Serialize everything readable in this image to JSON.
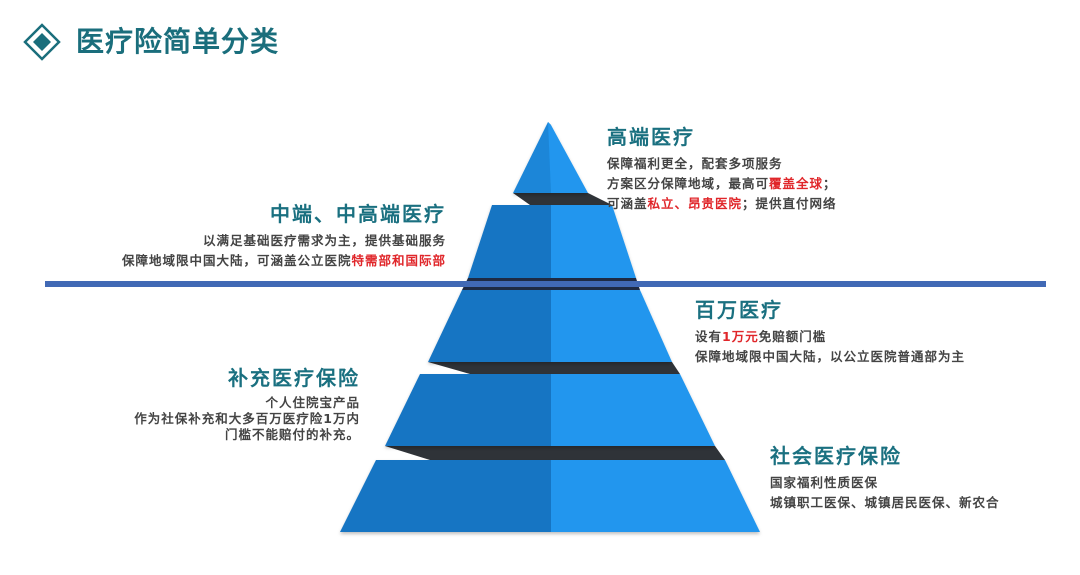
{
  "header": {
    "title": "医疗险简单分类",
    "icon": "diamond-bullet-icon"
  },
  "colors": {
    "title_teal": "#1a6e7c",
    "heading_teal": "#1a7080",
    "body_gray": "#444444",
    "highlight_red": "#e0262a",
    "pyramid_dark": "#1775c3",
    "pyramid_light": "#2196ee",
    "gap_shadow": "#2f3338",
    "divider_line": "#4169b5"
  },
  "pyramid": {
    "tiers": [
      {
        "level": 1,
        "heading": "高端医疗",
        "lines": [
          {
            "parts": [
              {
                "text": "保障福利更全，配套多项服务"
              }
            ]
          },
          {
            "parts": [
              {
                "text": "方案区分保障地域，最高可"
              },
              {
                "text": "覆盖全球",
                "highlight": true
              },
              {
                "text": "；"
              }
            ]
          },
          {
            "parts": [
              {
                "text": "可涵盖"
              },
              {
                "text": "私立、昂贵医院",
                "highlight": true
              },
              {
                "text": "；提供直付网络"
              }
            ]
          }
        ]
      },
      {
        "level": 2,
        "heading": "中端、中高端医疗",
        "lines": [
          {
            "parts": [
              {
                "text": "以满足基础医疗需求为主，提供基础服务"
              }
            ]
          },
          {
            "parts": [
              {
                "text": "保障地域限中国大陆，可涵盖公立医院"
              },
              {
                "text": "特需部和国际部",
                "highlight": true
              }
            ]
          }
        ]
      },
      {
        "level": 3,
        "heading": "百万医疗",
        "lines": [
          {
            "parts": [
              {
                "text": "设有"
              },
              {
                "text": "1万元",
                "highlight": true
              },
              {
                "text": "免赔额门槛"
              }
            ]
          },
          {
            "parts": [
              {
                "text": "保障地域限中国大陆，以公立医院普通部为主"
              }
            ]
          }
        ]
      },
      {
        "level": 4,
        "heading": "补充医疗保险",
        "lines": [
          {
            "parts": [
              {
                "text": "个人住院宝产品"
              }
            ]
          },
          {
            "parts": [
              {
                "text": "作为社保补充和大多百万医疗险1万内"
              }
            ]
          },
          {
            "parts": [
              {
                "text": "门槛不能赔付的补充。"
              }
            ]
          }
        ]
      },
      {
        "level": 5,
        "heading": "社会医疗保险",
        "lines": [
          {
            "parts": [
              {
                "text": "国家福利性质医保"
              }
            ]
          },
          {
            "parts": [
              {
                "text": "城镇职工医保、城镇居民医保、新农合"
              }
            ]
          }
        ]
      }
    ]
  }
}
